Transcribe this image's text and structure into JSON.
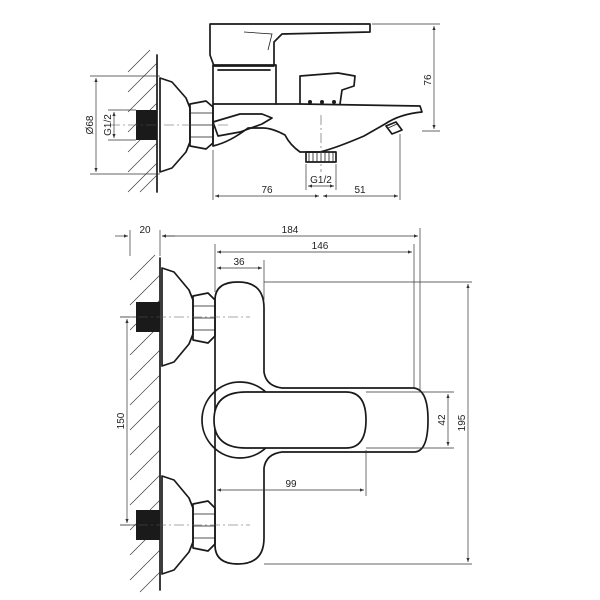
{
  "dimensions": {
    "side_height": "76",
    "wall_diameter": "Ø68",
    "thread_wall": "G1/2",
    "thread_outlet": "G1/2",
    "depth_wall_outlet": "76",
    "depth_outlet_spout": "51",
    "wall_offset": "20",
    "overall_depth": "184",
    "spout_depth": "146",
    "handle_offset": "36",
    "inlet_spacing": "150",
    "overall_height": "195",
    "lever_height": "42",
    "lever_length": "99"
  },
  "colors": {
    "line": "#1a1a1a",
    "background": "#ffffff"
  }
}
